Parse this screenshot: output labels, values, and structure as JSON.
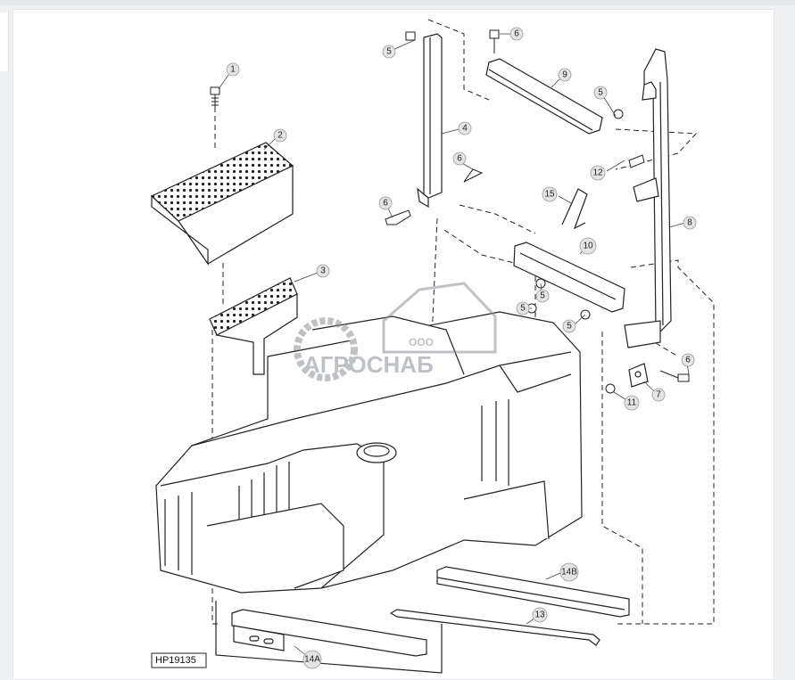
{
  "diagram": {
    "reference_code": "HP19135",
    "callouts": [
      {
        "label": "1"
      },
      {
        "label": "2"
      },
      {
        "label": "3"
      },
      {
        "label": "4"
      },
      {
        "label": "5"
      },
      {
        "label": "5"
      },
      {
        "label": "5"
      },
      {
        "label": "5"
      },
      {
        "label": "5"
      },
      {
        "label": "6"
      },
      {
        "label": "6"
      },
      {
        "label": "6"
      },
      {
        "label": "6"
      },
      {
        "label": "7"
      },
      {
        "label": "8"
      },
      {
        "label": "9"
      },
      {
        "label": "10"
      },
      {
        "label": "11"
      },
      {
        "label": "12"
      },
      {
        "label": "13"
      },
      {
        "label": "14A"
      },
      {
        "label": "14B"
      },
      {
        "label": "15"
      }
    ]
  },
  "watermark": {
    "prefix": "ООО",
    "name": "АГРОСНАБ",
    "color": "#8a8f96"
  },
  "colors": {
    "line": "#222222",
    "callout_fill": "#e4e4e4"
  }
}
